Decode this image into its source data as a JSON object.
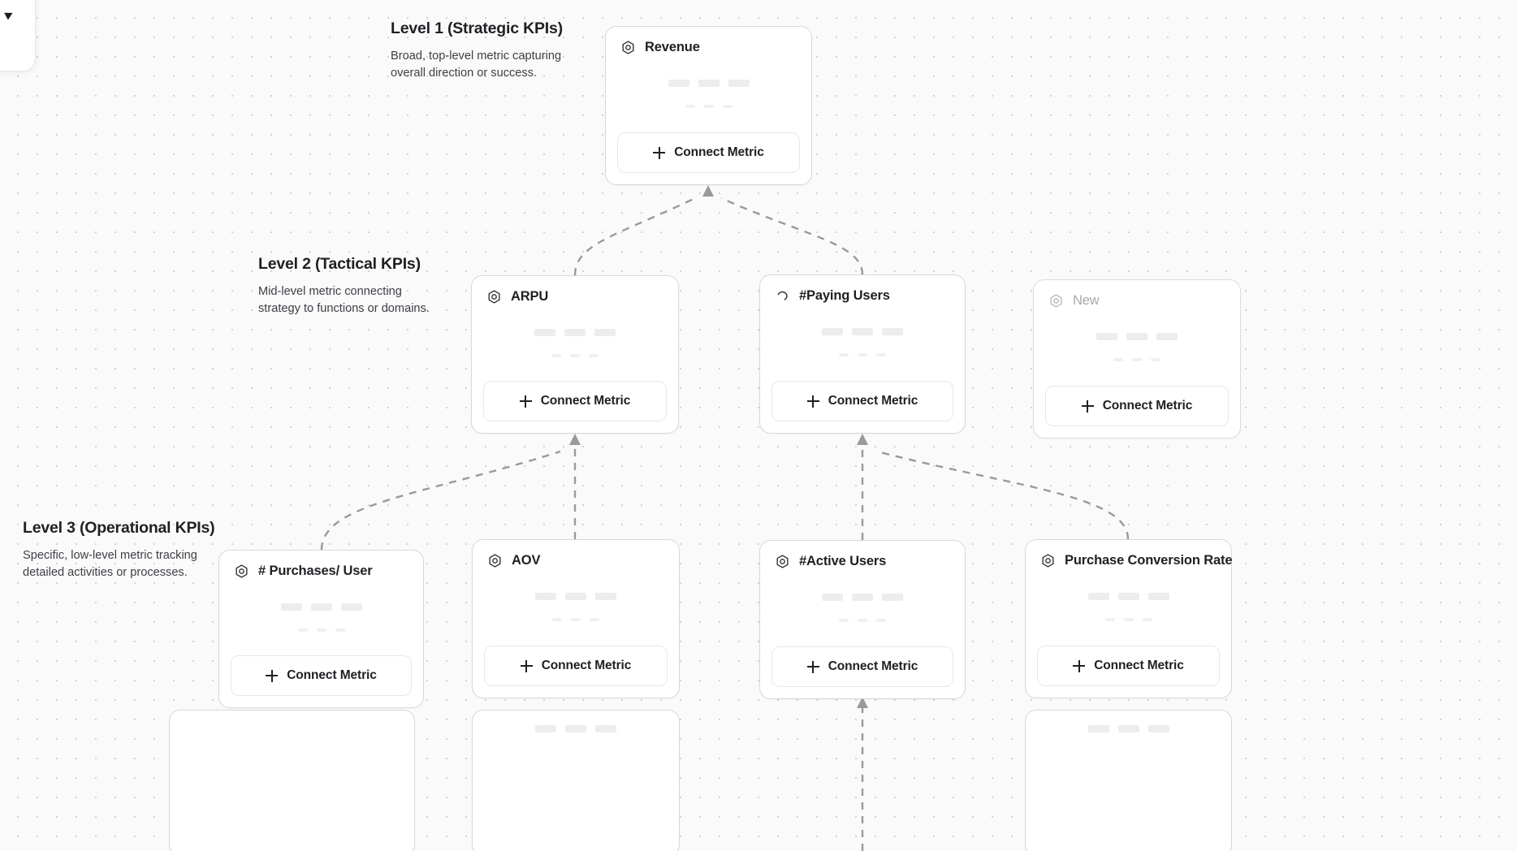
{
  "canvas": {
    "background_color": "#fafafa",
    "dot_color": "#d2d2d2",
    "connector_color": "#9a9a9a"
  },
  "levels": [
    {
      "id": "level-1",
      "title": "Level 1 (Strategic KPIs)",
      "description": "Broad, top-level metric capturing overall direction or success."
    },
    {
      "id": "level-2",
      "title": "Level 2 (Tactical KPIs)",
      "description": "Mid-level metric connecting strategy to functions or domains."
    },
    {
      "id": "level-3",
      "title": "Level 3 (Operational KPIs)",
      "description": "Specific, low-level metric tracking detailed activities or processes."
    }
  ],
  "cards": {
    "revenue": {
      "title": "Revenue",
      "icon": "hexagon-icon",
      "state": "active",
      "connect_label": "Connect Metric"
    },
    "arpu": {
      "title": "ARPU",
      "icon": "hexagon-icon",
      "state": "active",
      "connect_label": "Connect Metric"
    },
    "paying_users": {
      "title": "#Paying Users",
      "icon": "loading-spinner-icon",
      "state": "loading",
      "connect_label": "Connect Metric"
    },
    "new": {
      "title": "New",
      "icon": "hexagon-icon",
      "state": "placeholder",
      "connect_label": "Connect Metric"
    },
    "purchases": {
      "title": "# Purchases/ User",
      "icon": "hexagon-icon",
      "state": "active",
      "connect_label": "Connect Metric"
    },
    "aov": {
      "title": "AOV",
      "icon": "hexagon-icon",
      "state": "active",
      "connect_label": "Connect Metric"
    },
    "active_users": {
      "title": "#Active Users",
      "icon": "hexagon-icon",
      "state": "active",
      "connect_label": "Connect Metric"
    },
    "purchase_conversion_rate": {
      "title": "Purchase Conversion Rate",
      "icon": "hexagon-icon",
      "state": "active",
      "connect_label": "Connect Metric"
    }
  },
  "connections": [
    {
      "from": "arpu",
      "to": "revenue"
    },
    {
      "from": "paying_users",
      "to": "revenue"
    },
    {
      "from": "aov",
      "to": "arpu"
    },
    {
      "from": "purchases",
      "to": "arpu"
    },
    {
      "from": "active_users",
      "to": "paying_users"
    },
    {
      "from": "purchase_conversion_rate",
      "to": "paying_users"
    }
  ]
}
